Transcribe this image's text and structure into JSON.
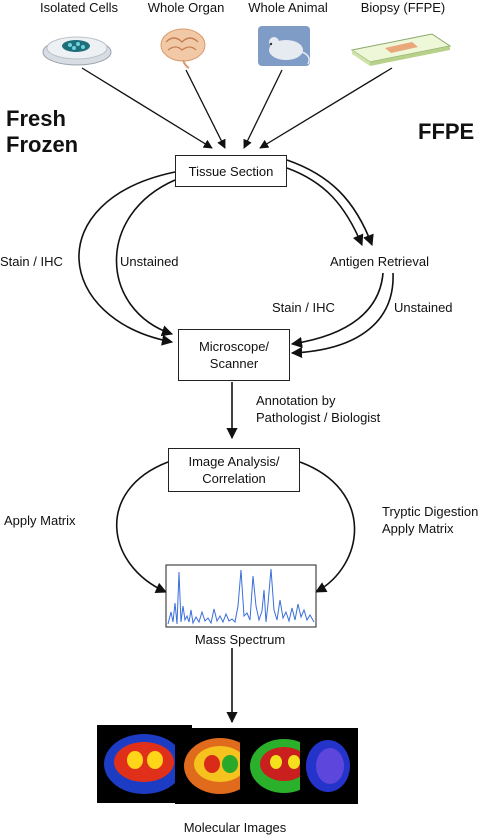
{
  "sources": [
    {
      "label": "Isolated Cells",
      "icon": "petri-dish-icon"
    },
    {
      "label": "Whole Organ",
      "icon": "brain-icon"
    },
    {
      "label": "Whole Animal",
      "icon": "mouse-icon"
    },
    {
      "label": "Biopsy (FFPE)",
      "icon": "slide-icon"
    }
  ],
  "prep": {
    "fresh_frozen_line1": "Fresh",
    "fresh_frozen_line2": "Frozen",
    "ffpe": "FFPE"
  },
  "steps": {
    "tissue_section": "Tissue Section",
    "antigen_retrieval": "Antigen Retrieval",
    "microscope_line1": "Microscope/",
    "microscope_line2": "Scanner",
    "image_analysis_line1": "Image Analysis/",
    "image_analysis_line2": "Correlation",
    "mass_spectrum": "Mass Spectrum",
    "molecular_images": "Molecular Images"
  },
  "branches": {
    "stain_ihc_left": "Stain / IHC",
    "unstained_left": "Unstained",
    "stain_ihc_right": "Stain / IHC",
    "unstained_right": "Unstained",
    "annotation_line1": "Annotation by",
    "annotation_line2": "Pathologist / Biologist",
    "apply_matrix_left": "Apply Matrix",
    "tryptic_line1": "Tryptic Digestion",
    "tryptic_line2": "Apply Matrix"
  },
  "colors": {
    "spectrum": "#3b6fd8",
    "arrow": "#111111"
  }
}
